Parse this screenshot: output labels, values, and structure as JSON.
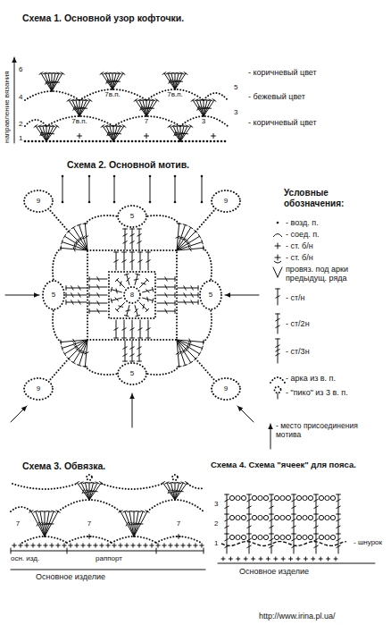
{
  "diagram": {
    "labels": [
      "Схема 1. Основной узор кофточки.",
      "направление вязания",
      "6",
      "5",
      "4",
      "3",
      "2",
      "1",
      "7в.п.",
      "7в.п.",
      "7в.п.",
      "7",
      "3",
      "- коричневый цвет",
      "- бежевый цвет",
      "- коричневый цвет",
      "Схема 2. Основной мотив.",
      "8",
      "5",
      "5",
      "5",
      "5",
      "9",
      "9",
      "9",
      "9",
      "Условные обозначения:",
      "- место присоединения мотива",
      "Схема 3. Обвязка.",
      "7",
      "7",
      "7",
      "осн. изд.",
      "раппорт",
      "Основное изделие",
      "Схема 4. Схема \"ячеек\" для пояса.",
      "3",
      "2",
      "1",
      "- шнурок",
      "Основное изделие",
      "http://www.irina.pl.ua/"
    ],
    "legend": [
      {
        "text": "- возд. п."
      },
      {
        "text": "- соед. п."
      },
      {
        "text": "- ст. б/н"
      },
      {
        "text": "- ст. б/н"
      },
      {
        "text": "провяз. под арки предыдущ. ряда"
      },
      {
        "text": "- ст/н"
      },
      {
        "text": "- ст/2н"
      },
      {
        "text": "- ст/3н"
      },
      {
        "text": "- арка из в. п."
      },
      {
        "text": "- \"пико\" из 3 в. п."
      }
    ]
  }
}
